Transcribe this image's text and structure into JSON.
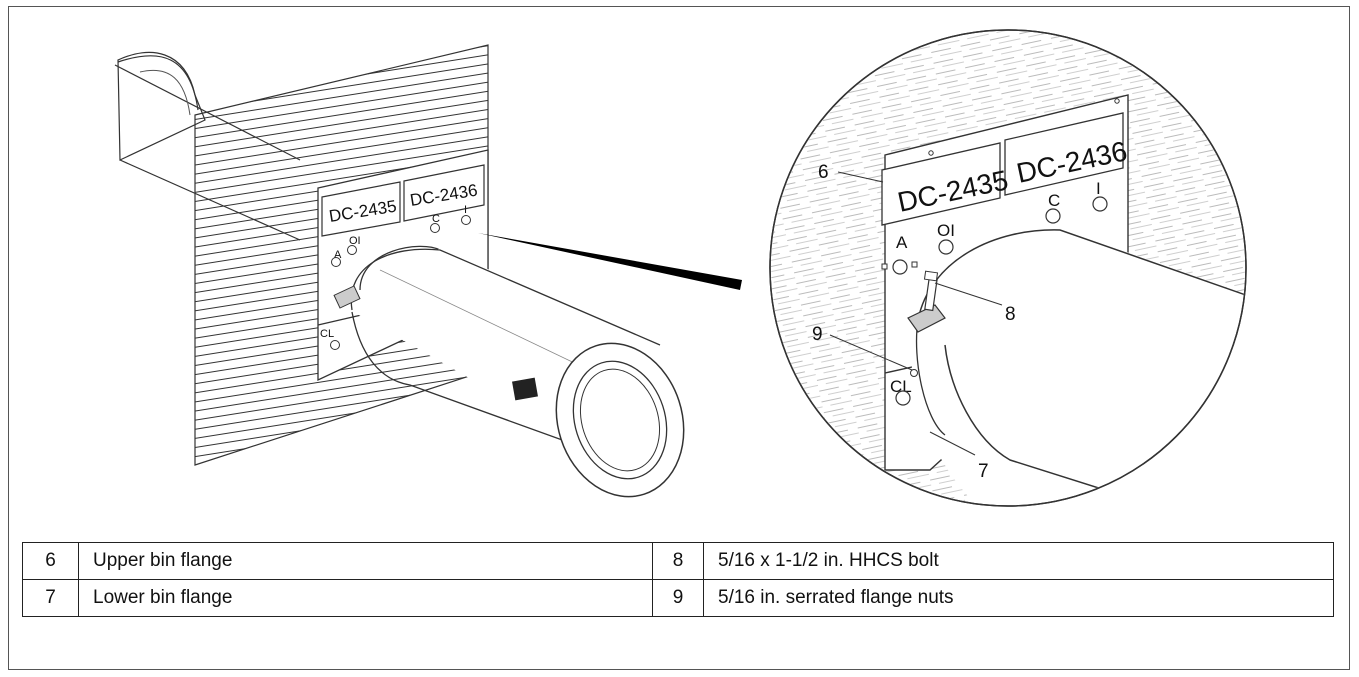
{
  "diagram": {
    "plates": {
      "left_overview": {
        "tag_left": "DC-2435",
        "tag_right": "DC-2436"
      },
      "detail": {
        "tag_left": "DC-2435",
        "tag_right": "DC-2436"
      }
    },
    "port_labels": {
      "a": "A",
      "oi": "OI",
      "c": "C",
      "i": "I",
      "cl": "CL"
    },
    "callouts": [
      {
        "id": "6",
        "text": "6"
      },
      {
        "id": "7",
        "text": "7"
      },
      {
        "id": "8",
        "text": "8"
      },
      {
        "id": "9",
        "text": "9"
      }
    ]
  },
  "legend": {
    "rows": [
      {
        "left_num": "6",
        "left_desc": "Upper bin flange",
        "right_num": "8",
        "right_desc": "5/16 x 1-1/2 in. HHCS bolt"
      },
      {
        "left_num": "7",
        "left_desc": "Lower bin flange",
        "right_num": "9",
        "right_desc": "5/16 in. serrated flange nuts"
      }
    ]
  }
}
